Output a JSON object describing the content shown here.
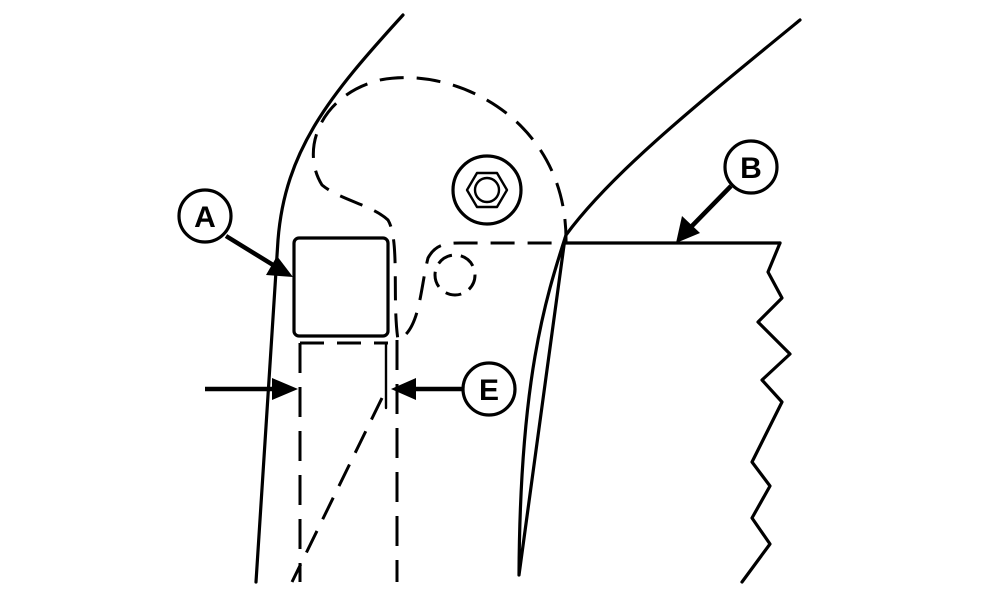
{
  "callouts": {
    "a": {
      "label": "A"
    },
    "b": {
      "label": "B"
    },
    "e": {
      "label": "E"
    }
  },
  "colors": {
    "line": "#000000",
    "background": "#ffffff"
  }
}
